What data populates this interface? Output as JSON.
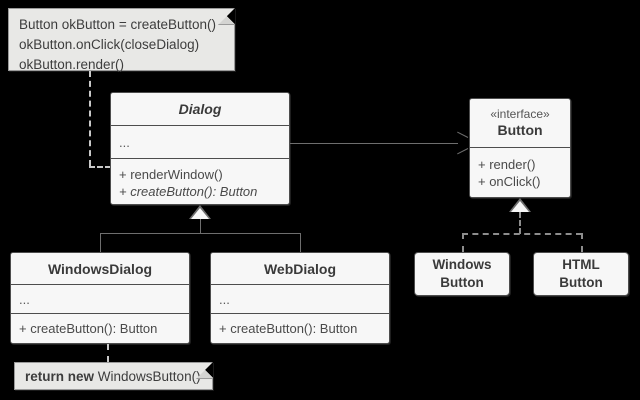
{
  "diagram": {
    "title": "Factory Method UML class diagram",
    "background_color": "#000000",
    "box_fill": "#f7f7f7",
    "note_fill": "#e8e8e6",
    "line_color": "#6e6e6e"
  },
  "notes": {
    "creator_note": {
      "lines": [
        "Button okButton = createButton()",
        "okButton.onClick(closeDialog)",
        "okButton.render()"
      ]
    },
    "return_note": {
      "bold_text": "return new",
      "normal_text": "WindowsButton()"
    }
  },
  "classes": {
    "dialog": {
      "name": "Dialog",
      "attributes": [
        "..."
      ],
      "operations": [
        {
          "text": "+ renderWindow()",
          "abstract": false
        },
        {
          "text": "+ createButton(): Button",
          "abstract": true
        }
      ],
      "abstract": true
    },
    "button_interface": {
      "stereotype": "«interface»",
      "name": "Button",
      "operations": [
        {
          "text": "+ render()",
          "abstract": false
        },
        {
          "text": "+ onClick()",
          "abstract": false
        }
      ]
    },
    "windows_dialog": {
      "name": "WindowsDialog",
      "attributes": [
        "..."
      ],
      "operations": [
        {
          "text": "+ createButton(): Button",
          "abstract": false
        }
      ]
    },
    "web_dialog": {
      "name": "WebDialog",
      "attributes": [
        "..."
      ],
      "operations": [
        {
          "text": "+ createButton(): Button",
          "abstract": false
        }
      ]
    },
    "windows_button": {
      "line1": "Windows",
      "line2": "Button"
    },
    "html_button": {
      "line1": "HTML",
      "line2": "Button"
    }
  },
  "relations": {
    "dialog_uses_button": "association",
    "dialog_generalization": "generalization",
    "button_realization": "realization",
    "creator_note_link": "note-anchor",
    "return_note_link": "note-anchor"
  }
}
